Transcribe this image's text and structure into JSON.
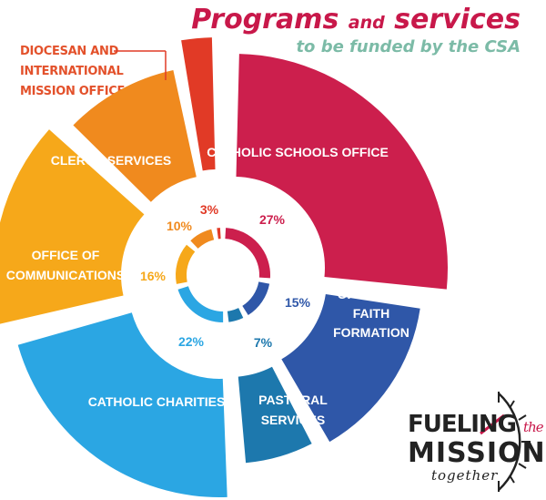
{
  "title": {
    "word1": "Programs",
    "word2": "and",
    "word3": "services",
    "line2": "to be funded by the CSA"
  },
  "callout": {
    "line1": "DIOCESAN AND",
    "line2": "INTERNATIONAL",
    "line3": "MISSION OFFICE"
  },
  "logo": {
    "word1": "FUELING",
    "word2": "the",
    "word3": "MISSION",
    "word4": "together"
  },
  "chart_data": {
    "type": "pie",
    "title": "Programs and services to be funded by the CSA",
    "slices": [
      {
        "label": "CATHOLIC SCHOOLS OFFICE",
        "value": 27,
        "display": "27%",
        "color": "#cc1f4d"
      },
      {
        "label": "OFFICE OF FAITH FORMATION",
        "value": 15,
        "display": "15%",
        "color": "#2f57a8"
      },
      {
        "label": "PASTORAL SERVICES",
        "value": 7,
        "display": "7%",
        "color": "#1d78ad"
      },
      {
        "label": "CATHOLIC CHARITIES",
        "value": 22,
        "display": "22%",
        "color": "#2ba6e3"
      },
      {
        "label": "OFFICE OF COMMUNICATIONS",
        "value": 16,
        "display": "16%",
        "color": "#f6a81a"
      },
      {
        "label": "CLERGY SERVICES",
        "value": 10,
        "display": "10%",
        "color": "#f08a1e"
      },
      {
        "label": "DIOCESAN AND INTERNATIONAL MISSION OFFICE",
        "value": 3,
        "display": "3%",
        "color": "#e13a26"
      }
    ]
  }
}
